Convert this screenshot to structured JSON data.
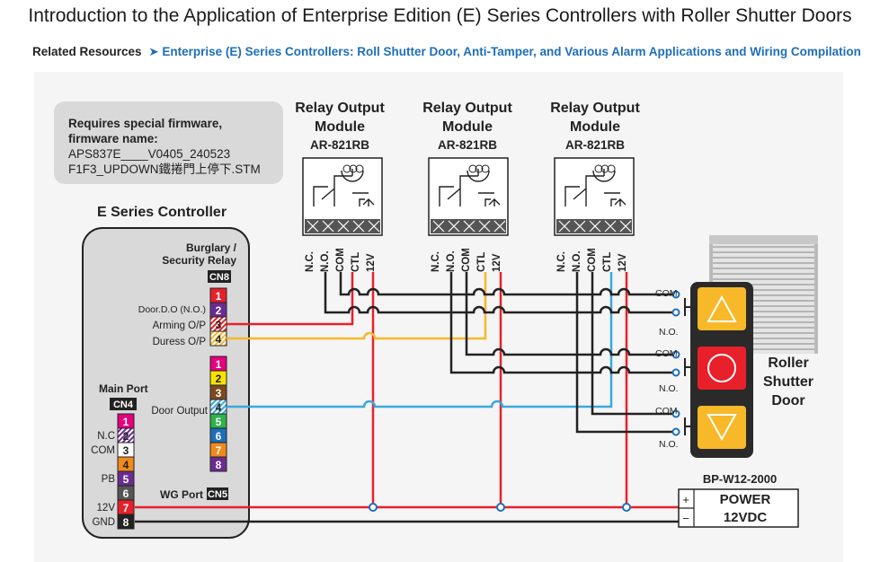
{
  "page": {
    "title": "Introduction to the Application of Enterprise Edition (E) Series Controllers with Roller Shutter Doors",
    "related_label": "Related Resources",
    "related_arrow": "➤",
    "related_link": "Enterprise (E) Series Controllers: Roll Shutter Door, Anti-Tamper, and Various Alarm Applications and Wiring Compilation"
  },
  "firmware": {
    "line1": "Requires special firmware,",
    "line2": "firmware name:",
    "line3": "APS837E____V0405_240523",
    "line4": "F1F3_UPDOWN鐵捲門上停下.STM"
  },
  "controller": {
    "title": "E Series Controller",
    "relay_header_1": "Burglary /",
    "relay_header_2": "Security Relay",
    "cn8": "CN8",
    "cn8_pins": [
      "1",
      "2",
      "3",
      "4"
    ],
    "cn8_labels": [
      "Door.D.O (N.O.)",
      "Arming O/P",
      "Duress O/P"
    ],
    "wg_pins": [
      "1",
      "2",
      "3",
      "4",
      "5",
      "6",
      "7",
      "8"
    ],
    "door_output_label": "Door Output",
    "wg_port_label": "WG Port",
    "cn5": "CN5",
    "main_port_label": "Main Port",
    "cn4": "CN4",
    "main_pins": [
      "1",
      "2",
      "3",
      "4",
      "5",
      "6",
      "7",
      "8"
    ],
    "main_labels": [
      "N.C",
      "COM",
      "PB",
      "12V",
      "GND"
    ]
  },
  "relays": [
    {
      "title1": "Relay Output",
      "title2": "Module",
      "model": "AR-821RB",
      "terminals": [
        "N.C.",
        "N.O.",
        "COM",
        "CTL",
        "12V"
      ]
    },
    {
      "title1": "Relay Output",
      "title2": "Module",
      "model": "AR-821RB",
      "terminals": [
        "N.C.",
        "N.O.",
        "COM",
        "CTL",
        "12V"
      ]
    },
    {
      "title1": "Relay Output",
      "title2": "Module",
      "model": "AR-821RB",
      "terminals": [
        "N.C.",
        "N.O.",
        "COM",
        "CTL",
        "12V"
      ]
    }
  ],
  "switch_labels": [
    "COM",
    "N.O.",
    "COM",
    "N.O.",
    "COM",
    "N.O."
  ],
  "door": {
    "line1": "Roller",
    "line2": "Shutter",
    "line3": "Door"
  },
  "power": {
    "model": "BP-W12-2000",
    "line1": "POWER",
    "line2": "12VDC",
    "plus": "+",
    "minus": "−"
  },
  "colors": {
    "red": "#e8202a",
    "black": "#222222",
    "yellow": "#f7b82a",
    "blue": "#3aa8e0",
    "pin_magenta": "#e6007e",
    "pin_purple": "#6a2c91",
    "pin_brown": "#7b4a1e",
    "pin_green": "#2db34a",
    "pin_orange": "#f08a1c",
    "door_yellow": "#f7b82a",
    "door_red": "#e8202a"
  }
}
